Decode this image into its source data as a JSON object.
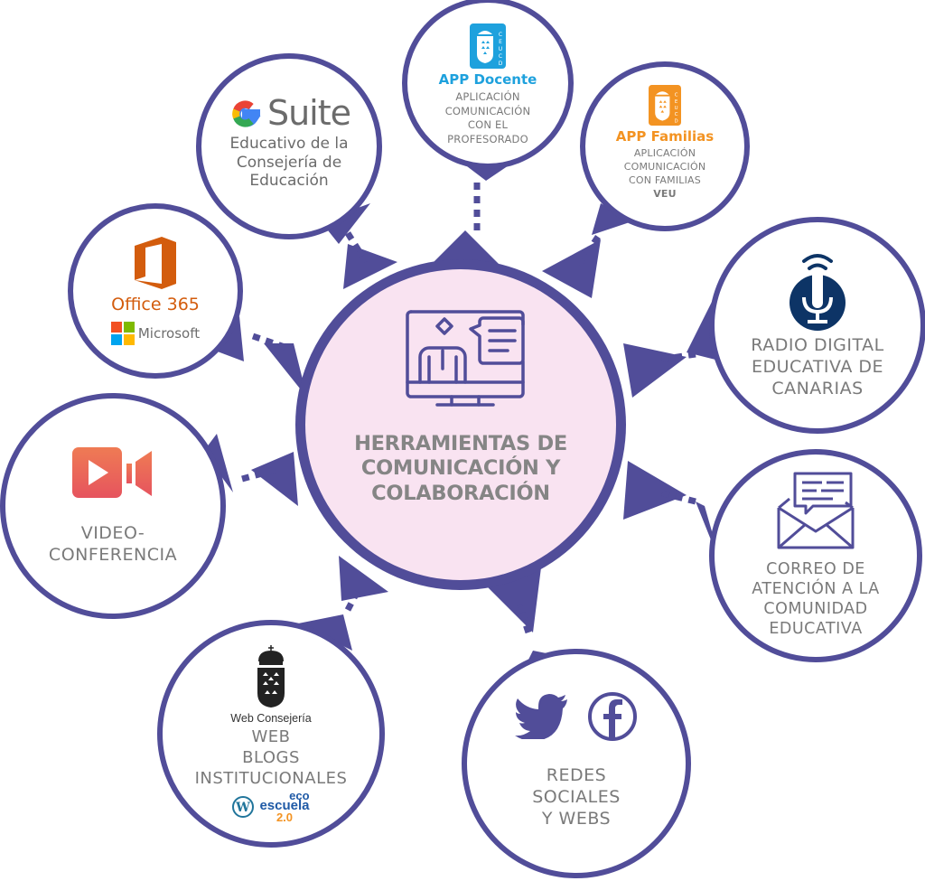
{
  "colors": {
    "ring": "#514d99",
    "center_fill": "#f9e3f1",
    "node_fill": "#ffffff",
    "text_gray": "#7a7a7a",
    "app_docente_blue": "#1ea1dd",
    "app_familias_orange": "#f39322",
    "office_orange": "#d35c0d",
    "video_red": "#e85a5a",
    "radio_navy": "#0d3466"
  },
  "center": {
    "icon": "presenter-monitor-icon",
    "title_lines": [
      "HERRAMIENTAS DE",
      "COMUNICACIÓN Y",
      "COLABORACIÓN"
    ]
  },
  "nodes": {
    "app_docente": {
      "icon": "ceucd-blue-app-icon",
      "title": "APP Docente",
      "lines": [
        "APLICACIÓN",
        "COMUNICACIÓN",
        "CON EL",
        "PROFESORADO"
      ]
    },
    "app_familias": {
      "icon": "ceucd-orange-app-icon",
      "title": "APP Familias",
      "lines": [
        "APLICACIÓN",
        "COMUNICACIÓN",
        "CON FAMILIAS"
      ],
      "bold_line": "VEU"
    },
    "gsuite": {
      "logo_g": "G",
      "logo_text": "Suite",
      "lines": [
        "Educativo de la",
        "Consejería de",
        "Educación"
      ]
    },
    "office": {
      "icon": "office-365-icon",
      "title": "Office 365",
      "brand": "Microsoft",
      "brand_icon": "microsoft-logo-icon"
    },
    "radio": {
      "icon": "microphone-icon",
      "lines": [
        "RADIO DIGITAL",
        "EDUCATIVA DE",
        "CANARIAS"
      ]
    },
    "video": {
      "icon": "video-camera-icon",
      "lines": [
        "VIDEO-",
        "CONFERENCIA"
      ]
    },
    "correo": {
      "icon": "envelope-message-icon",
      "lines": [
        "CORREO DE",
        "ATENCIÓN A LA",
        "COMUNIDAD",
        "EDUCATIVA"
      ]
    },
    "web": {
      "icon": "canarias-coat-of-arms-icon",
      "caption": "Web Consejería",
      "lines": [
        "WEB",
        "BLOGS",
        "INSTITUCIONALES"
      ],
      "wordpress_icon": "wordpress-icon",
      "eco_top": "eco",
      "eco_mid": "escuela",
      "eco_ver": "2.0"
    },
    "redes": {
      "icons": [
        "twitter-icon",
        "facebook-icon"
      ],
      "lines": [
        "REDES",
        "SOCIALES",
        "Y WEBS"
      ]
    }
  }
}
